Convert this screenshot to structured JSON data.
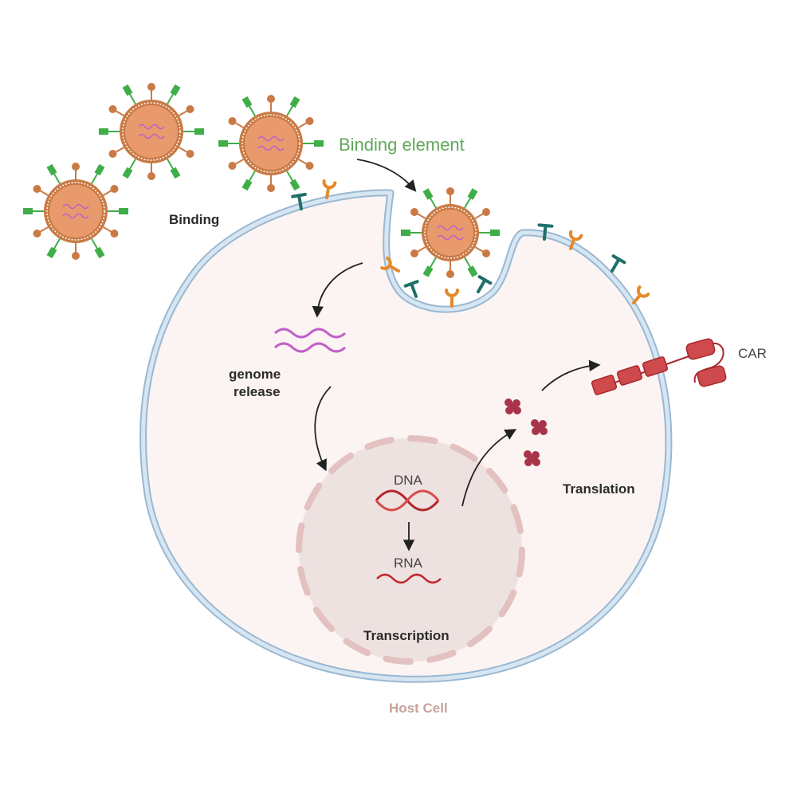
{
  "labels": {
    "binding_element": "Binding element",
    "binding": "Binding",
    "genome_release_1": "genome",
    "genome_release_2": "release",
    "dna": "DNA",
    "rna": "RNA",
    "transcription": "Transcription",
    "translation": "Translation",
    "car": "CAR",
    "host_cell": "Host Cell"
  },
  "colors": {
    "virus_body": "#e99a6c",
    "virus_shell": "#c97a45",
    "spike_green": "#3fae49",
    "receptor_teal": "#1f6f6a",
    "receptor_orange": "#e48a2b",
    "membrane": "#c7dcec",
    "membrane_edge": "#9ab8d2",
    "cytoplasm": "#fbf4f2",
    "nucleus": "#eee2e1",
    "nuclear_pore": "#e3c1c1",
    "genome": "#c060c8",
    "dna_red": "#b3262b",
    "protein": "#c2565c",
    "car": "#cf4a4d",
    "binding_element_text": "#5fa85a",
    "host_cell_text": "#c9a29a"
  },
  "icons": [
    "virus-icon",
    "receptor-t-icon",
    "receptor-y-icon",
    "genome-rna-icon",
    "dna-helix-icon",
    "rna-strand-icon",
    "protein-cluster-icon",
    "car-receptor-icon",
    "arrow-icon"
  ]
}
